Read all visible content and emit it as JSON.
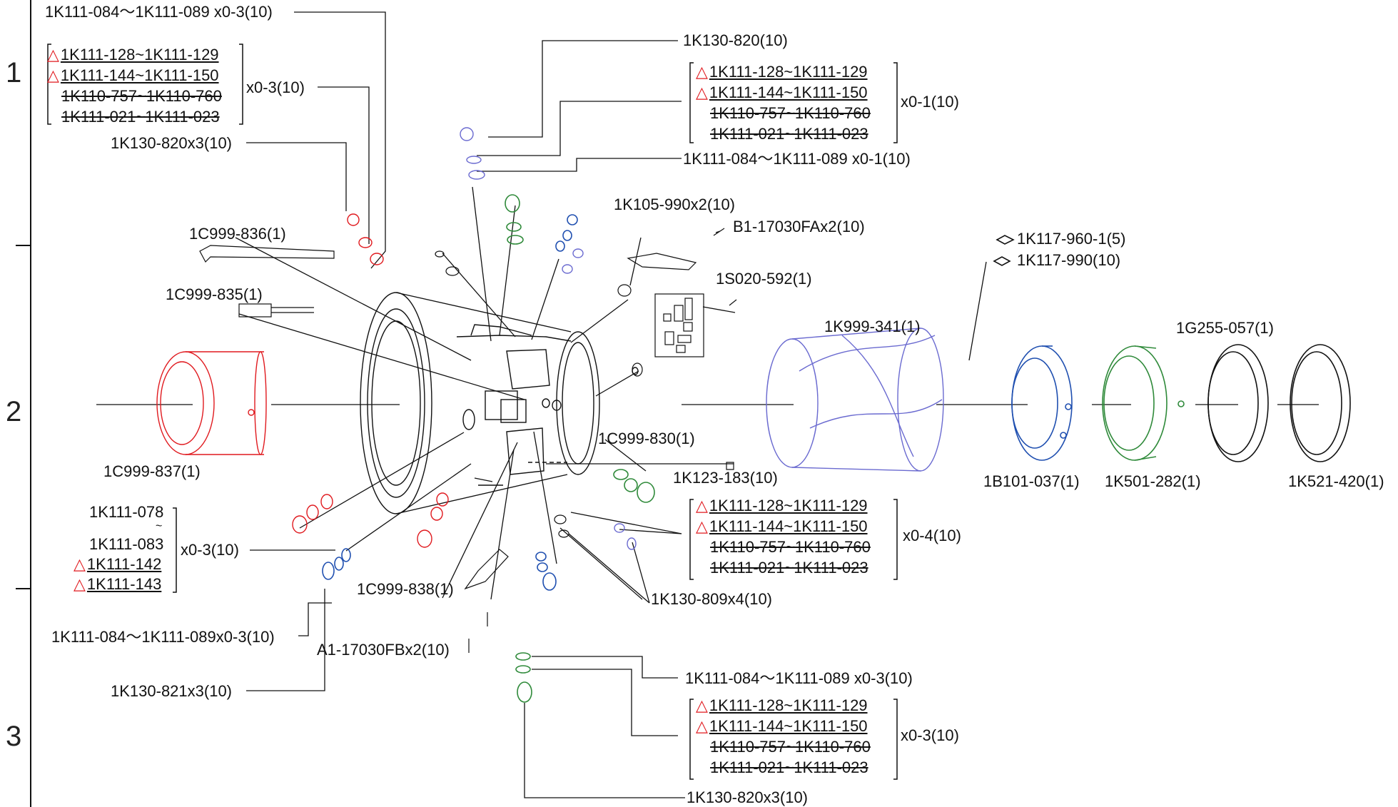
{
  "rows": [
    "1",
    "2",
    "3"
  ],
  "labels": {
    "top_left_084": "1K111-084～1K111-089 x0-3(10)",
    "g1_128": "1K111-128~1K111-129",
    "g1_144": "1K111-144~1K111-150",
    "g1_757": "1K110-757~1K110-760",
    "g1_021": "1K111-021~1K111-023",
    "g1_qty": "x0-3(10)",
    "l_820x3": "1K130-820x3(10)",
    "l_836": "1C999-836(1)",
    "l_835": "1C999-835(1)",
    "l_837": "1C999-837(1)",
    "top_820": "1K130-820(10)",
    "g2_128": "1K111-128~1K111-129",
    "g2_144": "1K111-144~1K111-150",
    "g2_757": "1K110-757~1K110-760",
    "g2_021": "1K111-021~1K111-023",
    "g2_qty": "x0-1(10)",
    "top_084": "1K111-084～1K111-089 x0-1(10)",
    "l_990": "1K105-990x2(10)",
    "l_b1": "B1-17030FAx2(10)",
    "l_s020": "1S020-592(1)",
    "l_960": "1K117-960-1(5)",
    "l_117990": "1K117-990(10)",
    "l_341": "1K999-341(1)",
    "l_g255": "1G255-057(1)",
    "l_830": "1C999-830(1)",
    "l_183": "1K123-183(10)",
    "l_b101": "1B101-037(1)",
    "l_k501": "1K501-282(1)",
    "l_k521": "1K521-420(1)",
    "g3_078": "1K111-078",
    "g3_tilde": "~",
    "g3_083": "1K111-083",
    "g3_142": "1K111-142",
    "g3_143": "1K111-143",
    "g3_qty": "x0-3(10)",
    "g4_128": "1K111-128~1K111-129",
    "g4_144": "1K111-144~1K111-150",
    "g4_757": "1K110-757~1K110-760",
    "g4_021": "1K111-021~1K111-023",
    "g4_qty": "x0-4(10)",
    "l_838": "1C999-838(1)",
    "l_809": "1K130-809x4(10)",
    "l_bot_084": "1K111-084～1K111-089x0-3(10)",
    "l_a1": "A1-17030FBx2(10)",
    "l_821": "1K130-821x3(10)",
    "b_084": "1K111-084～1K111-089 x0-3(10)",
    "g5_128": "1K111-128~1K111-129",
    "g5_144": "1K111-144~1K111-150",
    "g5_757": "1K110-757~1K110-760",
    "g5_021": "1K111-021~1K111-023",
    "g5_qty": "x0-3(10)",
    "b_820x3": "1K130-820x3(10)"
  },
  "colors": {
    "red": "#e0191e",
    "violet": "#6a6ad0",
    "blue": "#1f4fb0",
    "green": "#2f8a3a",
    "line": "#111111"
  }
}
